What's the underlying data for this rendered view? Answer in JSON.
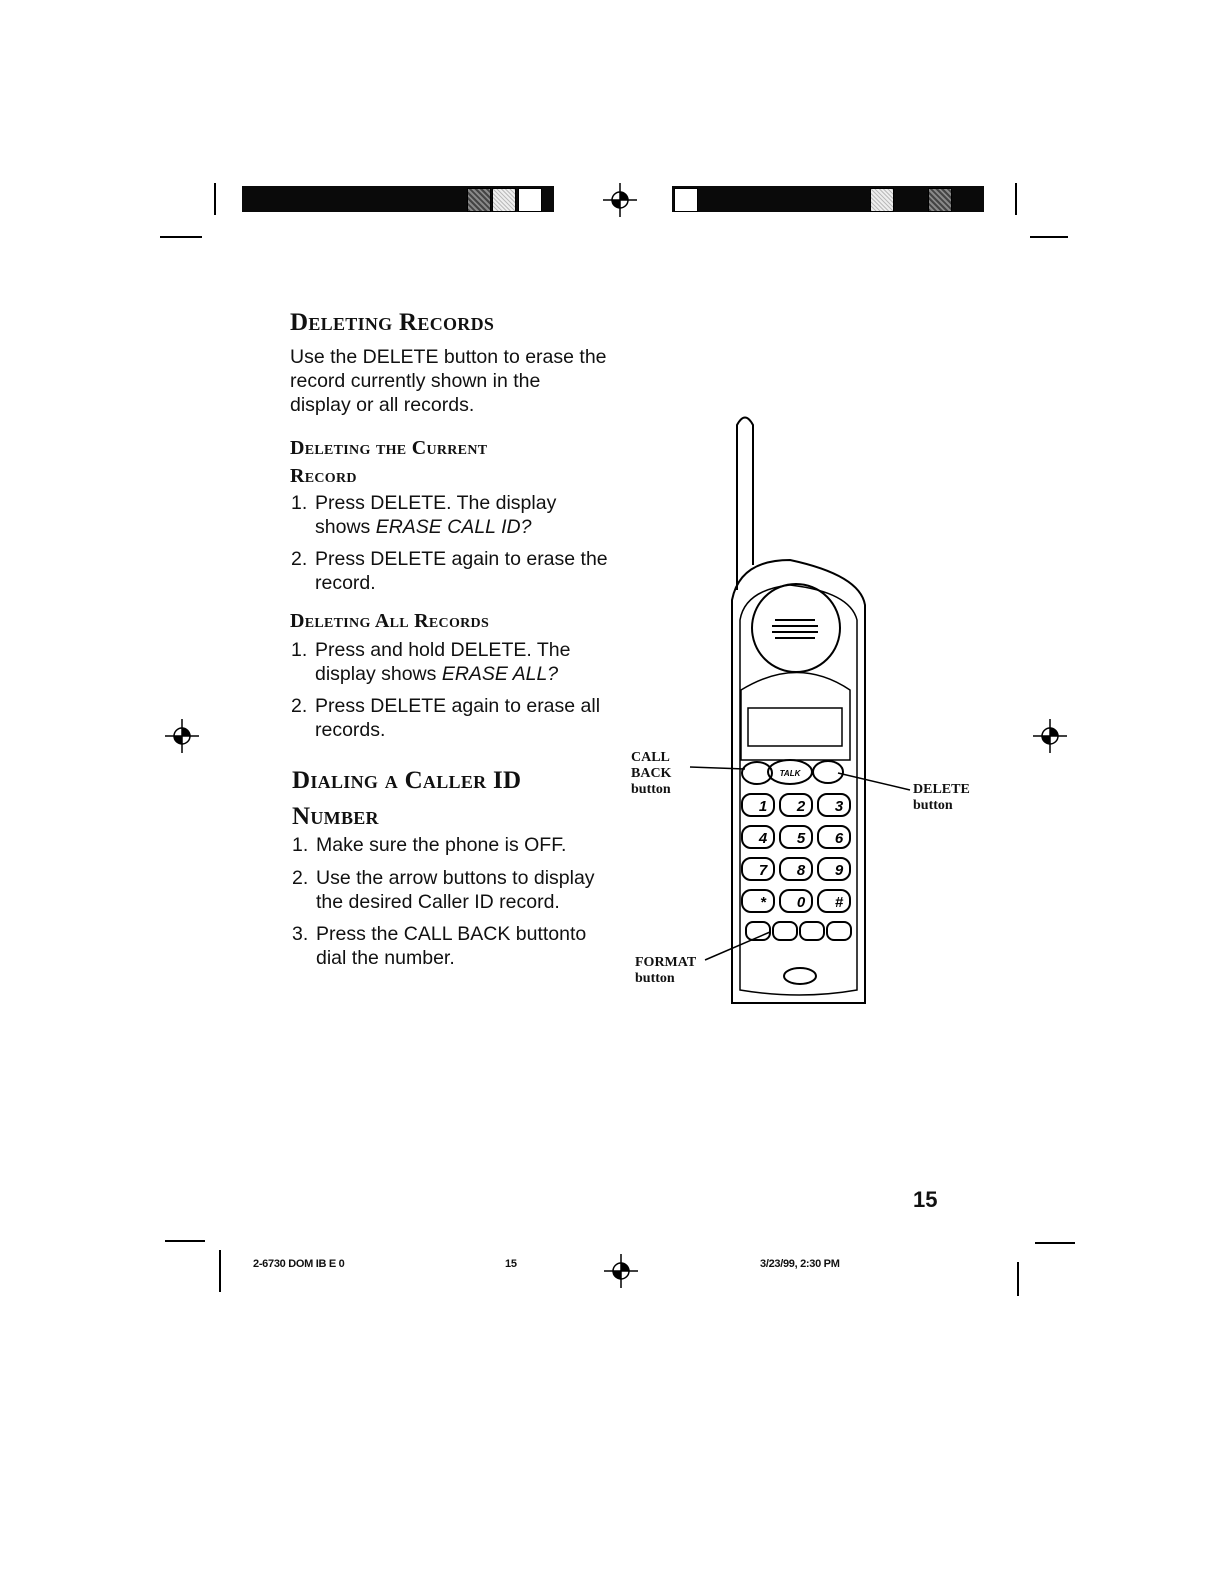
{
  "sections": {
    "deleting_records": {
      "heading": "Deleting Records",
      "intro": [
        "Use the DELETE button to erase the",
        "record currently shown in the",
        "display or all records."
      ],
      "current": {
        "heading": [
          "Deleting the Current",
          "Record"
        ],
        "steps": [
          {
            "num": "1.",
            "lines": [
              "Press DELETE. The display"
            ],
            "cont_plain": "shows ",
            "cont_ital": "ERASE CALL ID?"
          },
          {
            "num": "2.",
            "lines": [
              "Press DELETE again to erase the"
            ],
            "cont_plain": "record.",
            "cont_ital": ""
          }
        ]
      },
      "all": {
        "heading": "Deleting All Records",
        "steps": [
          {
            "num": "1.",
            "lines": [
              "Press and hold DELETE. The"
            ],
            "cont_plain": "display shows ",
            "cont_ital": "ERASE ALL?"
          },
          {
            "num": "2.",
            "lines": [
              "Press DELETE again to erase all"
            ],
            "cont_plain": "records.",
            "cont_ital": ""
          }
        ]
      }
    },
    "dialing": {
      "heading": [
        "Dialing a Caller ID",
        "Number"
      ],
      "steps": [
        {
          "num": "1.",
          "line1": "Make sure the phone is OFF.",
          "line2": ""
        },
        {
          "num": "2.",
          "line1": "Use the arrow buttons to display",
          "line2": "the desired Caller ID record."
        },
        {
          "num": "3.",
          "line1": "Press the CALL BACK buttonto",
          "line2": "dial the number."
        }
      ]
    }
  },
  "callouts": {
    "call_back": [
      "CALL",
      "BACK",
      "button"
    ],
    "delete": [
      "DELETE",
      "button"
    ],
    "format": [
      "FORMAT",
      "button"
    ]
  },
  "phone_keys": [
    "1",
    "2",
    "3",
    "4",
    "5",
    "6",
    "7",
    "8",
    "9",
    "*",
    "0",
    "#"
  ],
  "phone_talk": "TALK",
  "page_number": "15",
  "footer": {
    "left": "2-6730 DOM IB E 0",
    "center": "15",
    "right": "3/23/99, 2:30 PM"
  }
}
